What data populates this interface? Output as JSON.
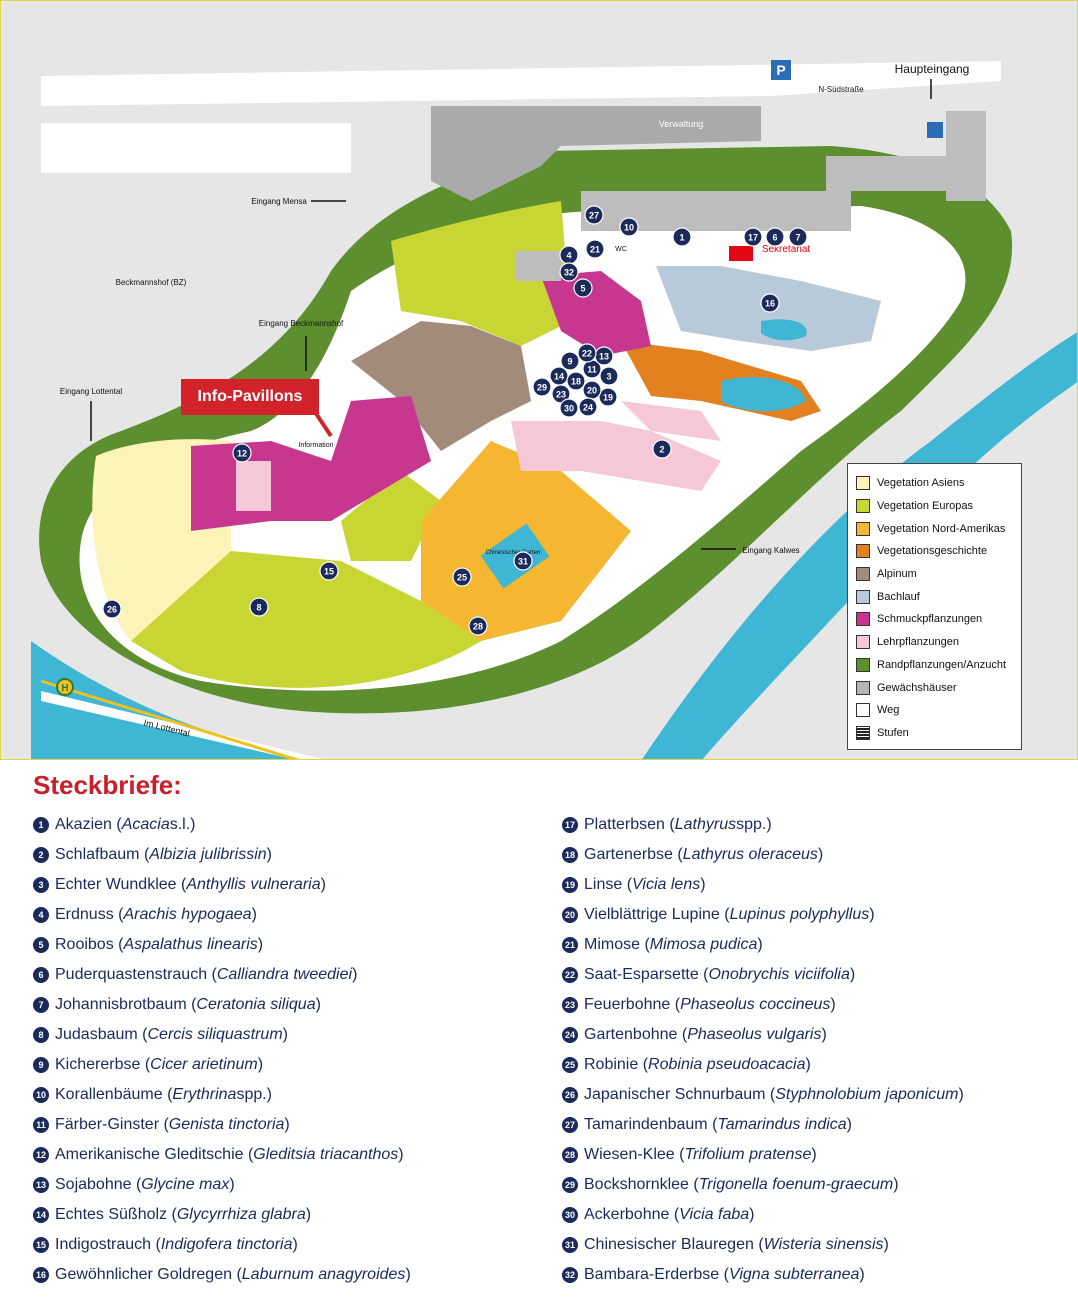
{
  "map": {
    "labels": {
      "parking": "P",
      "main_entrance": "Haupteingang",
      "street_north": "N-Südstraße",
      "administration": "Verwaltung",
      "entrance_mensa": "Eingang Mensa",
      "beckmannshof": "Beckmannshof (BZ)",
      "entrance_beckmannshof": "Eingang Beckmannshof",
      "entrance_lottental": "Eingang Lottental",
      "info_pavilions": "Info-Pavillons",
      "information": "Information",
      "secretariat": "Sekretariat",
      "wc": "WC",
      "chinese_garden": "Chinesischer Garten",
      "entrance_kalwes": "Eingang Kalwes",
      "street_south": "Im Lottental",
      "bus_stop": "H"
    },
    "markers": [
      "1",
      "2",
      "3",
      "4",
      "5",
      "6",
      "7",
      "8",
      "9",
      "10",
      "11",
      "12",
      "13",
      "14",
      "15",
      "16",
      "17",
      "18",
      "19",
      "20",
      "21",
      "22",
      "23",
      "24",
      "25",
      "26",
      "27",
      "28",
      "29",
      "30",
      "31",
      "32"
    ]
  },
  "legend": [
    {
      "label": "Vegetation Asiens",
      "color": "#fbf3b7"
    },
    {
      "label": "Vegetation Europas",
      "color": "#c9d532"
    },
    {
      "label": "Vegetation Nord-Amerikas",
      "color": "#f5b731"
    },
    {
      "label": "Vegetationsgeschichte",
      "color": "#e3801f"
    },
    {
      "label": "Alpinum",
      "color": "#a38b7c"
    },
    {
      "label": "Bachlauf",
      "color": "#b8cad9"
    },
    {
      "label": "Schmuckpflanzungen",
      "color": "#c8378f"
    },
    {
      "label": "Lehrpflanzungen",
      "color": "#f6c7d7"
    },
    {
      "label": "Randpflanzungen/Anzucht",
      "color": "#5e8f2e"
    },
    {
      "label": "Gewächshäuser",
      "color": "#b5b5b5"
    },
    {
      "label": "Weg",
      "color": "#ffffff"
    },
    {
      "label": "Stufen",
      "color": "stairs"
    }
  ],
  "steckbriefe": {
    "title": "Steckbriefe:",
    "items": [
      {
        "n": "1",
        "name": "Akazien",
        "latin": "Acacia",
        "suffix": " s.l."
      },
      {
        "n": "2",
        "name": "Schlafbaum",
        "latin": "Albizia julibrissin",
        "suffix": ""
      },
      {
        "n": "3",
        "name": "Echter Wundklee",
        "latin": "Anthyllis vulneraria",
        "suffix": ""
      },
      {
        "n": "4",
        "name": "Erdnuss",
        "latin": "Arachis hypogaea",
        "suffix": ""
      },
      {
        "n": "5",
        "name": "Rooibos",
        "latin": "Aspalathus linearis",
        "suffix": ""
      },
      {
        "n": "6",
        "name": "Puderquastenstrauch",
        "latin": "Calliandra tweediei",
        "suffix": ""
      },
      {
        "n": "7",
        "name": "Johannisbrotbaum",
        "latin": "Ceratonia siliqua",
        "suffix": ""
      },
      {
        "n": "8",
        "name": "Judasbaum",
        "latin": "Cercis siliquastrum",
        "suffix": ""
      },
      {
        "n": "9",
        "name": "Kichererbse",
        "latin": "Cicer arietinum",
        "suffix": ""
      },
      {
        "n": "10",
        "name": "Korallenbäume",
        "latin": "Erythrina",
        "suffix": " spp."
      },
      {
        "n": "11",
        "name": "Färber-Ginster",
        "latin": "Genista tinctoria",
        "suffix": ""
      },
      {
        "n": "12",
        "name": "Amerikanische Gleditschie",
        "latin": "Gleditsia triacanthos",
        "suffix": ""
      },
      {
        "n": "13",
        "name": "Sojabohne",
        "latin": "Glycine max",
        "suffix": ""
      },
      {
        "n": "14",
        "name": "Echtes Süßholz",
        "latin": "Glycyrrhiza glabra",
        "suffix": ""
      },
      {
        "n": "15",
        "name": "Indigostrauch",
        "latin": "Indigofera tinctoria",
        "suffix": ""
      },
      {
        "n": "16",
        "name": "Gewöhnlicher Goldregen",
        "latin": "Laburnum anagyroides",
        "suffix": ""
      },
      {
        "n": "17",
        "name": "Platterbsen",
        "latin": "Lathyrus",
        "suffix": " spp."
      },
      {
        "n": "18",
        "name": "Gartenerbse",
        "latin": "Lathyrus oleraceus",
        "suffix": ""
      },
      {
        "n": "19",
        "name": "Linse",
        "latin": "Vicia lens",
        "suffix": ""
      },
      {
        "n": "20",
        "name": "Vielblättrige Lupine",
        "latin": "Lupinus polyphyllus",
        "suffix": ""
      },
      {
        "n": "21",
        "name": "Mimose",
        "latin": "Mimosa pudica",
        "suffix": ""
      },
      {
        "n": "22",
        "name": "Saat-Esparsette",
        "latin": "Onobrychis viciifolia",
        "suffix": ""
      },
      {
        "n": "23",
        "name": "Feuerbohne",
        "latin": "Phaseolus coccineus",
        "suffix": ""
      },
      {
        "n": "24",
        "name": "Gartenbohne",
        "latin": "Phaseolus vulgaris",
        "suffix": ""
      },
      {
        "n": "25",
        "name": "Robinie",
        "latin": "Robinia pseudoacacia",
        "suffix": ""
      },
      {
        "n": "26",
        "name": "Japanischer Schnurbaum",
        "latin": "Styphnolobium japonicum",
        "suffix": ""
      },
      {
        "n": "27",
        "name": "Tamarindenbaum",
        "latin": "Tamarindus indica",
        "suffix": ""
      },
      {
        "n": "28",
        "name": "Wiesen-Klee",
        "latin": "Trifolium pratense",
        "suffix": ""
      },
      {
        "n": "29",
        "name": "Bockshornklee",
        "latin": "Trigonella foenum-graecum",
        "suffix": ""
      },
      {
        "n": "30",
        "name": "Ackerbohne",
        "latin": "Vicia faba",
        "suffix": ""
      },
      {
        "n": "31",
        "name": "Chinesischer Blauregen",
        "latin": "Wisteria sinensis",
        "suffix": ""
      },
      {
        "n": "32",
        "name": "Bambara-Erderbse",
        "latin": "Vigna subterranea",
        "suffix": ""
      }
    ]
  }
}
